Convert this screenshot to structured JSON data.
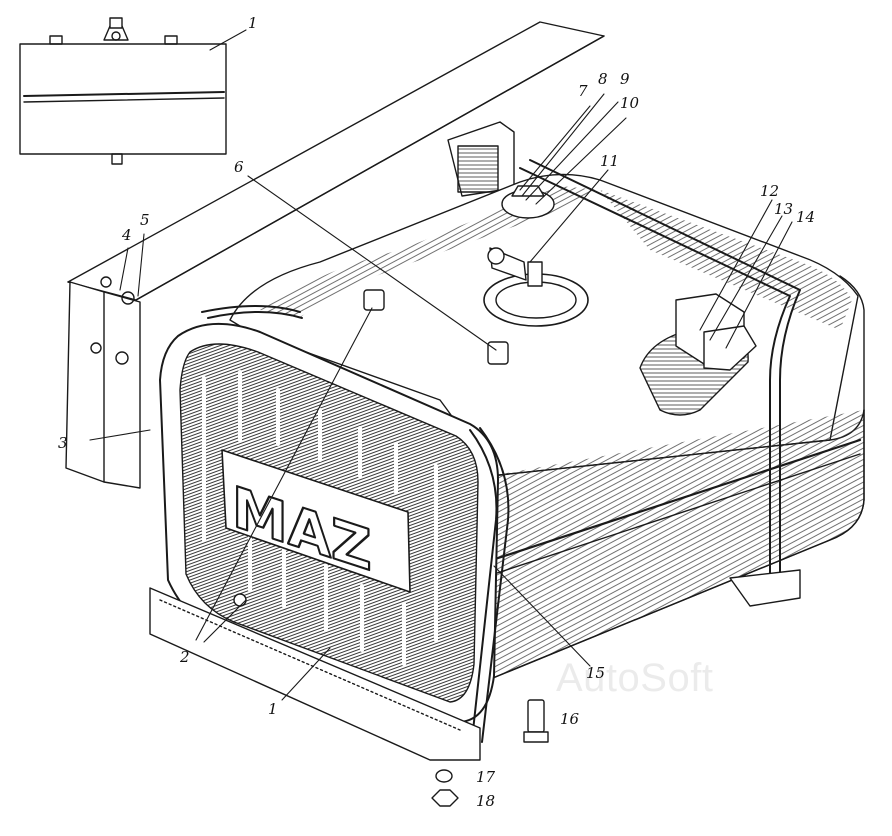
{
  "callouts": [
    {
      "id": "c1a",
      "label": "1"
    },
    {
      "id": "c2",
      "label": "2"
    },
    {
      "id": "c3",
      "label": "3"
    },
    {
      "id": "c4",
      "label": "4"
    },
    {
      "id": "c5",
      "label": "5"
    },
    {
      "id": "c6",
      "label": "6"
    },
    {
      "id": "c7",
      "label": "7"
    },
    {
      "id": "c8",
      "label": "8"
    },
    {
      "id": "c9",
      "label": "9"
    },
    {
      "id": "c10",
      "label": "10"
    },
    {
      "id": "c11",
      "label": "11"
    },
    {
      "id": "c12",
      "label": "12"
    },
    {
      "id": "c13",
      "label": "13"
    },
    {
      "id": "c14",
      "label": "14"
    },
    {
      "id": "c15",
      "label": "15"
    },
    {
      "id": "c1b",
      "label": "1"
    },
    {
      "id": "c16",
      "label": "16"
    },
    {
      "id": "c17",
      "label": "17"
    },
    {
      "id": "c18",
      "label": "18"
    }
  ],
  "emblem_text": "MAZ",
  "watermark": "AutoSoft",
  "colors": {
    "ink": "#1a1a1a",
    "paper": "#ffffff"
  }
}
